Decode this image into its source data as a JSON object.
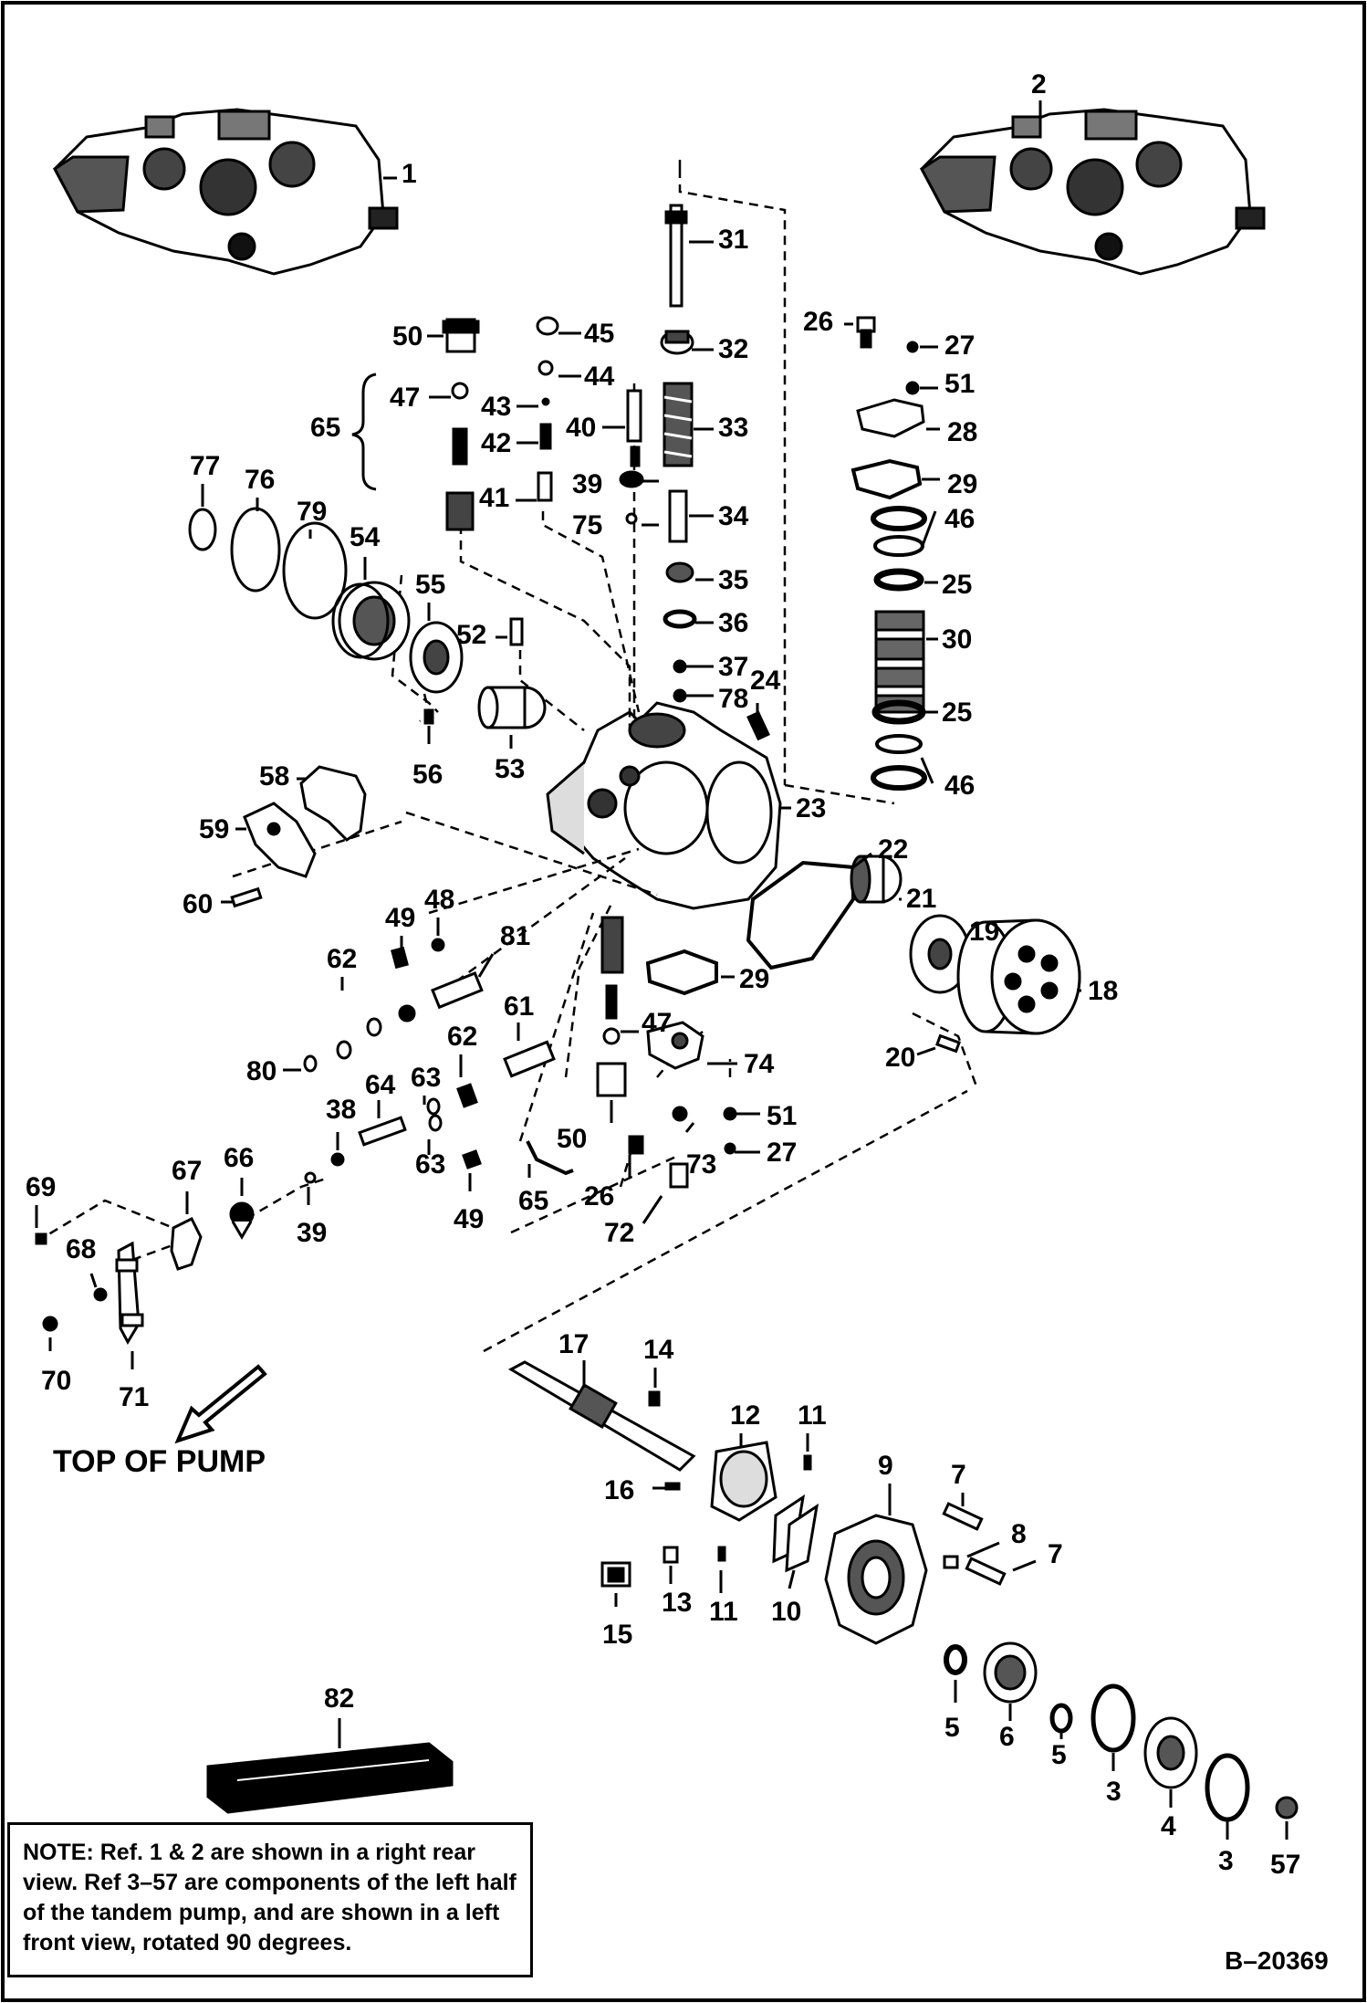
{
  "parts": [
    {
      "id": "1",
      "label": "1"
    },
    {
      "id": "2",
      "label": "2"
    },
    {
      "id": "3a",
      "label": "3"
    },
    {
      "id": "3b",
      "label": "3"
    },
    {
      "id": "4",
      "label": "4"
    },
    {
      "id": "5a",
      "label": "5"
    },
    {
      "id": "5b",
      "label": "5"
    },
    {
      "id": "6",
      "label": "6"
    },
    {
      "id": "7a",
      "label": "7"
    },
    {
      "id": "7b",
      "label": "7"
    },
    {
      "id": "8",
      "label": "8"
    },
    {
      "id": "9",
      "label": "9"
    },
    {
      "id": "10",
      "label": "10"
    },
    {
      "id": "11a",
      "label": "11"
    },
    {
      "id": "11b",
      "label": "11"
    },
    {
      "id": "12",
      "label": "12"
    },
    {
      "id": "13",
      "label": "13"
    },
    {
      "id": "14",
      "label": "14"
    },
    {
      "id": "15",
      "label": "15"
    },
    {
      "id": "16",
      "label": "16"
    },
    {
      "id": "17",
      "label": "17"
    },
    {
      "id": "18",
      "label": "18"
    },
    {
      "id": "19",
      "label": "19"
    },
    {
      "id": "20",
      "label": "20"
    },
    {
      "id": "21",
      "label": "21"
    },
    {
      "id": "22",
      "label": "22"
    },
    {
      "id": "23",
      "label": "23"
    },
    {
      "id": "24",
      "label": "24"
    },
    {
      "id": "25a",
      "label": "25"
    },
    {
      "id": "25b",
      "label": "25"
    },
    {
      "id": "26a",
      "label": "26"
    },
    {
      "id": "26b",
      "label": "26"
    },
    {
      "id": "27a",
      "label": "27"
    },
    {
      "id": "27b",
      "label": "27"
    },
    {
      "id": "28",
      "label": "28"
    },
    {
      "id": "29a",
      "label": "29"
    },
    {
      "id": "29b",
      "label": "29"
    },
    {
      "id": "30",
      "label": "30"
    },
    {
      "id": "31",
      "label": "31"
    },
    {
      "id": "32",
      "label": "32"
    },
    {
      "id": "33",
      "label": "33"
    },
    {
      "id": "34",
      "label": "34"
    },
    {
      "id": "35",
      "label": "35"
    },
    {
      "id": "36",
      "label": "36"
    },
    {
      "id": "37",
      "label": "37"
    },
    {
      "id": "38",
      "label": "38"
    },
    {
      "id": "39a",
      "label": "39"
    },
    {
      "id": "39b",
      "label": "39"
    },
    {
      "id": "40",
      "label": "40"
    },
    {
      "id": "41",
      "label": "41"
    },
    {
      "id": "42",
      "label": "42"
    },
    {
      "id": "43",
      "label": "43"
    },
    {
      "id": "44",
      "label": "44"
    },
    {
      "id": "45",
      "label": "45"
    },
    {
      "id": "46a",
      "label": "46"
    },
    {
      "id": "46b",
      "label": "46"
    },
    {
      "id": "47a",
      "label": "47"
    },
    {
      "id": "47b",
      "label": "47"
    },
    {
      "id": "48",
      "label": "48"
    },
    {
      "id": "49a",
      "label": "49"
    },
    {
      "id": "49b",
      "label": "49"
    },
    {
      "id": "50a",
      "label": "50"
    },
    {
      "id": "50b",
      "label": "50"
    },
    {
      "id": "51a",
      "label": "51"
    },
    {
      "id": "51b",
      "label": "51"
    },
    {
      "id": "52",
      "label": "52"
    },
    {
      "id": "53",
      "label": "53"
    },
    {
      "id": "54",
      "label": "54"
    },
    {
      "id": "55",
      "label": "55"
    },
    {
      "id": "56",
      "label": "56"
    },
    {
      "id": "57",
      "label": "57"
    },
    {
      "id": "58",
      "label": "58"
    },
    {
      "id": "59",
      "label": "59"
    },
    {
      "id": "60",
      "label": "60"
    },
    {
      "id": "61",
      "label": "61"
    },
    {
      "id": "62a",
      "label": "62"
    },
    {
      "id": "62b",
      "label": "62"
    },
    {
      "id": "63a",
      "label": "63"
    },
    {
      "id": "63b",
      "label": "63"
    },
    {
      "id": "64",
      "label": "64"
    },
    {
      "id": "65a",
      "label": "65"
    },
    {
      "id": "65b",
      "label": "65"
    },
    {
      "id": "66",
      "label": "66"
    },
    {
      "id": "67",
      "label": "67"
    },
    {
      "id": "68",
      "label": "68"
    },
    {
      "id": "69",
      "label": "69"
    },
    {
      "id": "70",
      "label": "70"
    },
    {
      "id": "71",
      "label": "71"
    },
    {
      "id": "72",
      "label": "72"
    },
    {
      "id": "73",
      "label": "73"
    },
    {
      "id": "74",
      "label": "74"
    },
    {
      "id": "75",
      "label": "75"
    },
    {
      "id": "76",
      "label": "76"
    },
    {
      "id": "77",
      "label": "77"
    },
    {
      "id": "78",
      "label": "78"
    },
    {
      "id": "79",
      "label": "79"
    },
    {
      "id": "80",
      "label": "80"
    },
    {
      "id": "81",
      "label": "81"
    },
    {
      "id": "82",
      "label": "82"
    }
  ],
  "orientation_label": "TOP OF PUMP",
  "note": {
    "prefix": "NOTE:",
    "text": "Ref. 1 & 2 are shown in a right rear view. Ref 3–57 are components of the left half of the tandem pump, and are shown in a left front view, rotated 90 degrees."
  },
  "drawing_code": "B–20369"
}
